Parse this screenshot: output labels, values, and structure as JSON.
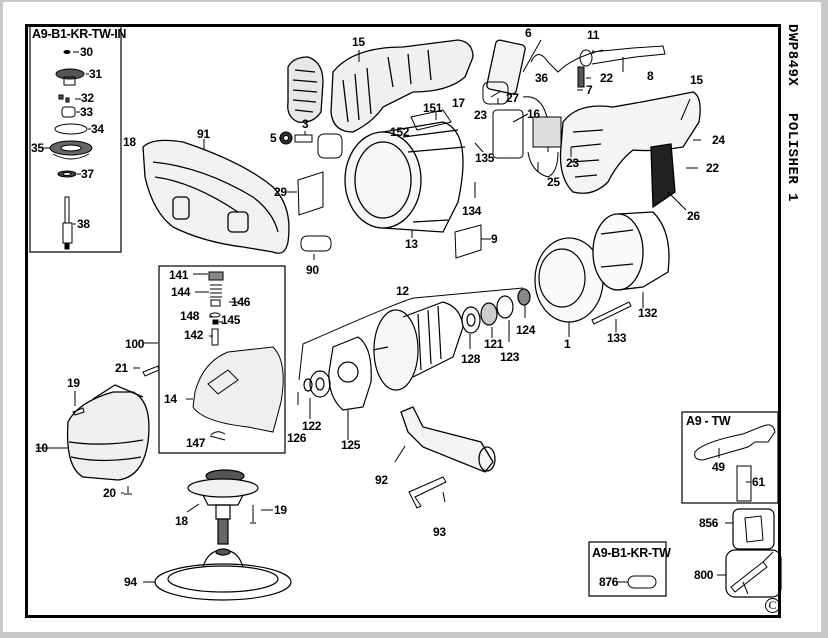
{
  "document": {
    "model": "DWP849X",
    "title": "POLISHER",
    "page": "1",
    "copyright_symbol": "C"
  },
  "insets": {
    "kit_a9_b1_kr_tw_in": {
      "title": "A9-B1-KR-TW-IN",
      "parts": [
        "30",
        "31",
        "32",
        "33",
        "34",
        "35",
        "37",
        "38"
      ]
    },
    "gear_case_assembly": {
      "label": "100",
      "parts": [
        "141",
        "144",
        "146",
        "148",
        "145",
        "142",
        "14",
        "147"
      ]
    },
    "kit_a9_tw": {
      "title": "A9 - TW",
      "parts": [
        "49",
        "61"
      ]
    },
    "kit_a9_b1_kr_tw": {
      "title": "A9-B1-KR-TW",
      "parts": [
        "876"
      ]
    },
    "accessory_boxes": [
      "856",
      "800"
    ]
  },
  "callouts": {
    "c30": "30",
    "c31": "31",
    "c32": "32",
    "c33": "33",
    "c34": "34",
    "c35": "35",
    "c37": "37",
    "c38": "38",
    "c18a": "18",
    "c91": "91",
    "c15a": "15",
    "c151": "151",
    "c152": "152",
    "c5": "5",
    "c3": "3",
    "c29": "29",
    "c90": "90",
    "c13": "13",
    "c6": "6",
    "c36": "36",
    "c17": "17",
    "c27": "27",
    "c23a": "23",
    "c16": "16",
    "c135": "135",
    "c134": "134",
    "c9": "9",
    "c25": "25",
    "c23b": "23",
    "c11": "11",
    "c22a": "22",
    "c7": "7",
    "c8": "8",
    "c15b": "15",
    "c24": "24",
    "c22b": "22",
    "c26": "26",
    "c141": "141",
    "c144": "144",
    "c146": "146",
    "c148": "148",
    "c145": "145",
    "c142": "142",
    "c100": "100",
    "c21": "21",
    "c19a": "19",
    "c14": "14",
    "c10": "10",
    "c147": "147",
    "c20": "20",
    "c12": "12",
    "c128": "128",
    "c121": "121",
    "c123": "123",
    "c124": "124",
    "c1": "1",
    "c133": "133",
    "c132": "132",
    "c126": "126",
    "c122": "122",
    "c125": "125",
    "c92": "92",
    "c93": "93",
    "c18b": "18",
    "c19b": "19",
    "c94": "94",
    "c49": "49",
    "c61": "61",
    "c856": "856",
    "c800": "800",
    "c876": "876"
  }
}
